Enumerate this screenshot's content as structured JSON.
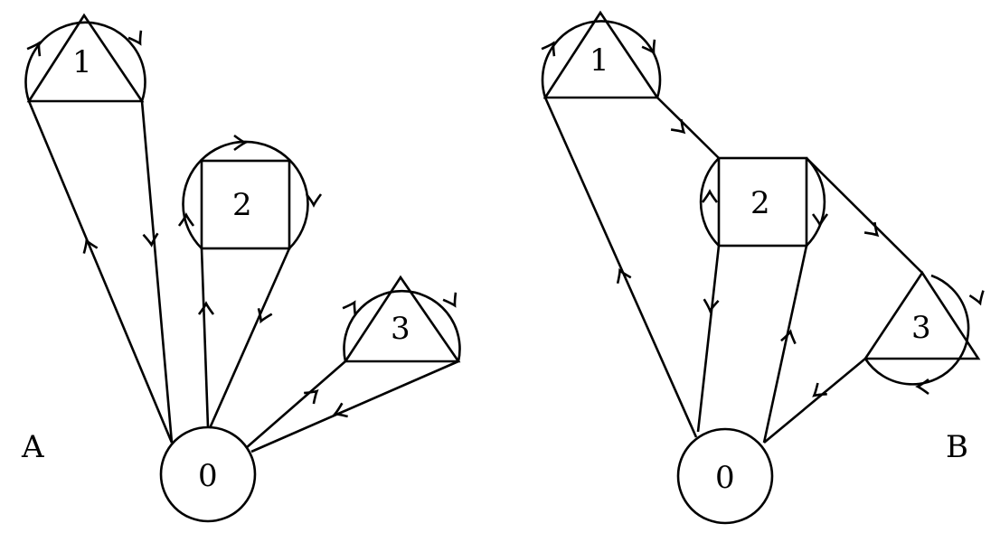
{
  "panels": {
    "A": {
      "label": "A",
      "nodes": [
        "0",
        "1",
        "2",
        "3"
      ]
    },
    "B": {
      "label": "B",
      "nodes": [
        "0",
        "1",
        "2",
        "3"
      ]
    }
  },
  "colors": {
    "stroke": "#000000",
    "background": "#ffffff"
  }
}
